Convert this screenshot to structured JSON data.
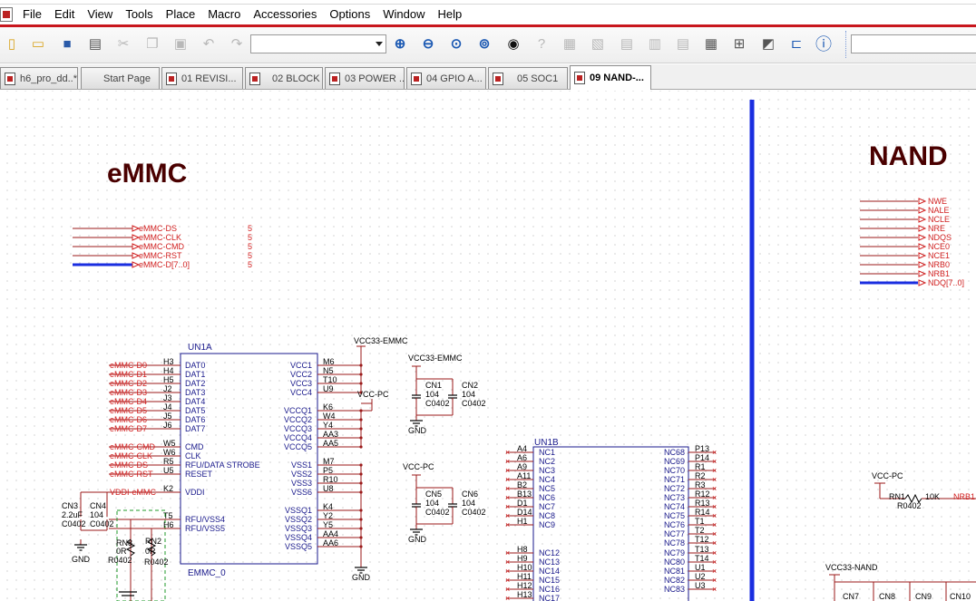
{
  "menu": [
    "File",
    "Edit",
    "View",
    "Tools",
    "Place",
    "Macro",
    "Accessories",
    "Options",
    "Window",
    "Help"
  ],
  "tabs": [
    {
      "label": "h6_pro_dd..*",
      "active": false
    },
    {
      "label": "Start Page",
      "active": false
    },
    {
      "label": "01 REVISI...",
      "active": false
    },
    {
      "label": "02 BLOCK",
      "active": false
    },
    {
      "label": "03 POWER ...",
      "active": false
    },
    {
      "label": "04 GPIO A...",
      "active": false
    },
    {
      "label": "05 SOC1",
      "active": false
    },
    {
      "label": "09 NAND-...",
      "active": true
    }
  ],
  "toolbar_icons": [
    "new-file-icon",
    "open-folder-icon",
    "save-icon",
    "print-icon",
    "cut-icon",
    "copy-icon",
    "paste-icon",
    "undo-icon",
    "redo-icon",
    "zoom-in-icon",
    "zoom-out-icon",
    "zoom-area-icon",
    "zoom-fit-icon",
    "eye-icon",
    "help-query-icon",
    "annotate-icon",
    "netlist-icon",
    "bom-icon",
    "drc-icon",
    "report-icon",
    "grid-icon",
    "snap-icon",
    "comment-icon",
    "hierarchy-icon",
    "help-icon"
  ],
  "colors": {
    "net_label": "#d11f1f",
    "pin_text": "#1a1a8c",
    "bus": "#1a2ee0",
    "title": "#4a0000",
    "menu_accent": "#c8161d"
  },
  "schematic": {
    "emmc": {
      "title": "eMMC",
      "ports": [
        "eMMC-DS",
        "eMMC-CLK",
        "eMMC-CMD",
        "eMMC-RST",
        "eMMC-D[7..0]"
      ],
      "port_page": "5",
      "part_ref": "UN1A",
      "part_value": "EMMC_0",
      "left_pins": [
        {
          "net": "eMMC-D0",
          "num": "H3",
          "name": "DAT0"
        },
        {
          "net": "eMMC-D1",
          "num": "H4",
          "name": "DAT1"
        },
        {
          "net": "eMMC-D2",
          "num": "H5",
          "name": "DAT2"
        },
        {
          "net": "eMMC-D3",
          "num": "J2",
          "name": "DAT3"
        },
        {
          "net": "eMMC-D4",
          "num": "J3",
          "name": "DAT4"
        },
        {
          "net": "eMMC-D5",
          "num": "J4",
          "name": "DAT5"
        },
        {
          "net": "eMMC-D6",
          "num": "J5",
          "name": "DAT6"
        },
        {
          "net": "eMMC-D7",
          "num": "J6",
          "name": "DAT7"
        },
        {
          "net": "eMMC-CMD",
          "num": "W5",
          "name": "CMD"
        },
        {
          "net": "eMMC-CLK",
          "num": "W6",
          "name": "CLK"
        },
        {
          "net": "eMMC-DS",
          "num": "R5",
          "name": "RFU/DATA STROBE"
        },
        {
          "net": "eMMC-RST",
          "num": "U5",
          "name": "RESET"
        },
        {
          "net": "VDDI-eMMC",
          "num": "K2",
          "name": "VDDI"
        },
        {
          "net": "",
          "num": "T5",
          "name": "RFU/VSS4"
        },
        {
          "net": "",
          "num": "H6",
          "name": "RFU/VSS5"
        }
      ],
      "right_pins": [
        {
          "num": "M6",
          "name": "VCC1"
        },
        {
          "num": "N5",
          "name": "VCC2"
        },
        {
          "num": "T10",
          "name": "VCC3"
        },
        {
          "num": "U9",
          "name": "VCC4"
        },
        {
          "num": "K6",
          "name": "VCCQ1"
        },
        {
          "num": "W4",
          "name": "VCCQ2"
        },
        {
          "num": "Y4",
          "name": "VCCQ3"
        },
        {
          "num": "AA3",
          "name": "VCCQ4"
        },
        {
          "num": "AA5",
          "name": "VCCQ5"
        },
        {
          "num": "M7",
          "name": "VSS1"
        },
        {
          "num": "P5",
          "name": "VSS2"
        },
        {
          "num": "R10",
          "name": "VSS3"
        },
        {
          "num": "U8",
          "name": "VSS6"
        },
        {
          "num": "K4",
          "name": "VSSQ1"
        },
        {
          "num": "Y2",
          "name": "VSSQ2"
        },
        {
          "num": "Y5",
          "name": "VSSQ3"
        },
        {
          "num": "AA4",
          "name": "VSSQ4"
        },
        {
          "num": "AA6",
          "name": "VSSQ5"
        }
      ],
      "rails": {
        "vcc33": "VCC33-EMMC",
        "vccpc": "VCC-PC",
        "gnd": "GND"
      },
      "caps": [
        {
          "ref": "CN1",
          "val": "104",
          "pkg": "C0402"
        },
        {
          "ref": "CN2",
          "val": "104",
          "pkg": "C0402"
        },
        {
          "ref": "CN5",
          "val": "104",
          "pkg": "C0402"
        },
        {
          "ref": "CN6",
          "val": "104",
          "pkg": "C0402"
        },
        {
          "ref": "CN3",
          "val": "2.2uF",
          "pkg": "C0402"
        },
        {
          "ref": "CN4",
          "val": "104",
          "pkg": "C0402"
        }
      ],
      "resistors": [
        {
          "ref": "RN8",
          "val": "0R",
          "pkg": "R0402"
        },
        {
          "ref": "RN2",
          "val": "0R",
          "pkg": "R0402"
        }
      ]
    },
    "nand": {
      "title": "NAND",
      "ports": [
        "NWE",
        "NALE",
        "NCLE",
        "NRE",
        "NDQS",
        "NCE0",
        "NCE1",
        "NRB0",
        "NRB1",
        "NDQ[7..0]"
      ],
      "part_ref": "UN1B",
      "left_pins": [
        {
          "num": "A4",
          "name": "NC1"
        },
        {
          "num": "A6",
          "name": "NC2"
        },
        {
          "num": "A9",
          "name": "NC3"
        },
        {
          "num": "A11",
          "name": "NC4"
        },
        {
          "num": "B2",
          "name": "NC5"
        },
        {
          "num": "B13",
          "name": "NC6"
        },
        {
          "num": "D1",
          "name": "NC7"
        },
        {
          "num": "D14",
          "name": "NC8"
        },
        {
          "num": "H1",
          "name": "NC9"
        },
        {
          "num": "H8",
          "name": "NC12"
        },
        {
          "num": "H9",
          "name": "NC13"
        },
        {
          "num": "H10",
          "name": "NC14"
        },
        {
          "num": "H11",
          "name": "NC15"
        },
        {
          "num": "H12",
          "name": "NC16"
        },
        {
          "num": "H13",
          "name": "NC17"
        }
      ],
      "right_pins": [
        {
          "num": "P13",
          "name": "NC68"
        },
        {
          "num": "P14",
          "name": "NC69"
        },
        {
          "num": "R1",
          "name": "NC70"
        },
        {
          "num": "R2",
          "name": "NC71"
        },
        {
          "num": "R3",
          "name": "NC72"
        },
        {
          "num": "R12",
          "name": "NC73"
        },
        {
          "num": "R13",
          "name": "NC74"
        },
        {
          "num": "R14",
          "name": "NC75"
        },
        {
          "num": "T1",
          "name": "NC76"
        },
        {
          "num": "T2",
          "name": "NC77"
        },
        {
          "num": "T12",
          "name": "NC78"
        },
        {
          "num": "T13",
          "name": "NC79"
        },
        {
          "num": "T14",
          "name": "NC80"
        },
        {
          "num": "U1",
          "name": "NC81"
        },
        {
          "num": "U2",
          "name": "NC82"
        },
        {
          "num": "U3",
          "name": "NC83"
        }
      ],
      "pullup": {
        "rail": "VCC-PC",
        "ref": "RN1",
        "val": "10K",
        "pkg": "R0402",
        "net": "NRB1"
      },
      "rail_nand": "VCC33-NAND",
      "caps": [
        "CN7",
        "CN8",
        "CN9",
        "CN10"
      ]
    }
  }
}
